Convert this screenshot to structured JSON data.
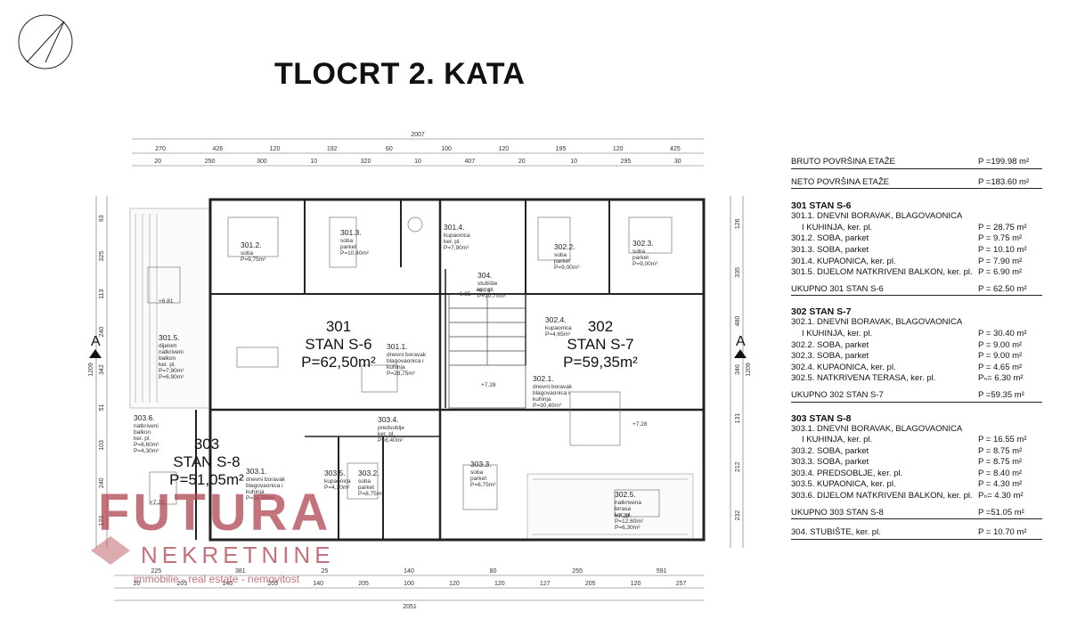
{
  "title": "TLOCRT 2. KATA",
  "watermark": {
    "brand": "FUTURA",
    "sub": "NEKRETNINE",
    "tagline": "immobilie - real estate - nemovitost",
    "color": "#b0454f"
  },
  "units": [
    {
      "code": "301",
      "name": "STAN S-6",
      "area": "P=62,50m²"
    },
    {
      "code": "302",
      "name": "STAN S-7",
      "area": "P=59,35m²"
    },
    {
      "code": "303",
      "name": "STAN S-8",
      "area": "P=51,05m²"
    }
  ],
  "rooms": [
    {
      "id": "301.2.",
      "lines": [
        "soba",
        "P=9,75m²"
      ]
    },
    {
      "id": "301.3.",
      "lines": [
        "soba",
        "parket",
        "P=10,40m²"
      ]
    },
    {
      "id": "301.4.",
      "lines": [
        "kupaonica",
        "ker. pl.",
        "P=7,90m²"
      ]
    },
    {
      "id": "304.",
      "lines": [
        "stubište",
        "ker. pl.",
        "P=10,70m²"
      ]
    },
    {
      "id": "302.2.",
      "lines": [
        "soba",
        "parket",
        "P=9,00m²"
      ]
    },
    {
      "id": "302.3.",
      "lines": [
        "soba",
        "parket",
        "P=9,00m²"
      ]
    },
    {
      "id": "302.4.",
      "lines": [
        "kupaonica",
        "P=4,65m²"
      ]
    },
    {
      "id": "301.1.",
      "lines": [
        "dnevni boravak",
        "blagovaonica i",
        "kuhinja",
        "P=28,75m²"
      ]
    },
    {
      "id": "301.5.",
      "lines": [
        "dijelom",
        "natkriveni",
        "balkon",
        "ker. pl.",
        "P=7,90m²",
        "P=6,90m²"
      ]
    },
    {
      "id": "302.1.",
      "lines": [
        "dnevni boravak",
        "blagovaonica i",
        "kuhinja",
        "P=30,40m²"
      ]
    },
    {
      "id": "303.6.",
      "lines": [
        "natkriveni",
        "balkon",
        "ker. pl.",
        "P=8,60m²",
        "P=4,30m²"
      ]
    },
    {
      "id": "303.4.",
      "lines": [
        "predsoblje",
        "ker. pl.",
        "P=8,40m²"
      ]
    },
    {
      "id": "303.1.",
      "lines": [
        "dnevni boravak",
        "blagovaonica i",
        "kuhinja",
        "P=16,55m²"
      ]
    },
    {
      "id": "303.5.",
      "lines": [
        "kupaonica",
        "P=4,30m²"
      ]
    },
    {
      "id": "303.2.",
      "lines": [
        "soba",
        "parket",
        "P=8,75m²"
      ]
    },
    {
      "id": "303.3.",
      "lines": [
        "soba",
        "parket",
        "P=8,75m²"
      ]
    },
    {
      "id": "302.5.",
      "lines": [
        "natkrivena",
        "terasa",
        "ker. pl.",
        "P=12,60m²",
        "P=6,30m²"
      ]
    }
  ],
  "levels": [
    "+6.81",
    "+6.76",
    "+6.85",
    "+7.28",
    "+7.28",
    "+7.20",
    "+7.20"
  ],
  "section_marker": "A",
  "dimensions": {
    "top_total": "2007",
    "top_row1": [
      "270",
      "426",
      "120",
      "192",
      "60",
      "100",
      "120",
      "195",
      "120",
      "425"
    ],
    "top_row2": [
      "20",
      "250",
      "300",
      "10",
      "320",
      "10",
      "407",
      "20",
      "10",
      "295",
      "30"
    ],
    "bottom_row1": [
      "225",
      "381",
      "25",
      "140",
      "80",
      "255",
      "591"
    ],
    "bottom_row2": [
      "20",
      "205",
      "140",
      "205",
      "140",
      "205",
      "100",
      "120",
      "120",
      "127",
      "205",
      "120",
      "257"
    ],
    "bottom_total": "2051",
    "left_row": [
      "93",
      "325",
      "113",
      "240",
      "342",
      "51",
      "103",
      "240",
      "123"
    ],
    "left_total": "1209",
    "right_row": [
      "126",
      "335",
      "480",
      "346",
      "131",
      "212",
      "232"
    ],
    "right_total": "1209"
  },
  "summary": {
    "bruto": {
      "label": "BRUTO POVRŠINA ETAŽE",
      "value": "P =199.98 m²"
    },
    "neto": {
      "label": "NETO POVRŠINA ETAŽE",
      "value": "P =183.60 m²"
    },
    "apartments": [
      {
        "header": "301 STAN S-6",
        "items": [
          {
            "label": "301.1. DNEVNI BORAVAK, BLAGOVAONICA",
            "value": ""
          },
          {
            "label": "I KUHINJA, ker. pl.",
            "value": "P = 28.75  m²",
            "indent": true
          },
          {
            "label": "301.2. SOBA, parket",
            "value": "P = 9.75  m²"
          },
          {
            "label": "301.3. SOBA, parket",
            "value": "P = 10.10  m²"
          },
          {
            "label": "301.4. KUPAONICA, ker. pl.",
            "value": "P = 7.90  m²"
          },
          {
            "label": "301.5. DIJELOM NATKRIVENI BALKON, ker. pl.",
            "value": "P = 6.90  m²"
          }
        ],
        "total_label": "UKUPNO 301  STAN  S-6",
        "total_value": "P = 62.50  m²"
      },
      {
        "header": "302 STAN S-7",
        "items": [
          {
            "label": "302.1. DNEVNI BORAVAK, BLAGOVAONICA",
            "value": ""
          },
          {
            "label": "I KUHINJA, ker. pl.",
            "value": "P = 30.40  m²",
            "indent": true
          },
          {
            "label": "302.2.  SOBA, parket",
            "value": "P = 9.00  m²"
          },
          {
            "label": "302.3.  SOBA, parket",
            "value": "P = 9.00  m²"
          },
          {
            "label": "302.4. KUPAONICA, ker. pl.",
            "value": "P = 4.65  m²"
          },
          {
            "label": "302.5. NATKRIVENA TERASA, ker. pl.",
            "value": "Pₙ= 6.30  m²"
          }
        ],
        "total_label": "UKUPNO 302  STAN  S-7",
        "total_value": "P =59.35  m²"
      },
      {
        "header": "303 STAN S-8",
        "items": [
          {
            "label": "303.1. DNEVNI BORAVAK, BLAGOVAONICA",
            "value": ""
          },
          {
            "label": "I KUHINJA, ker. pl.",
            "value": "P = 16.55  m²",
            "indent": true
          },
          {
            "label": "303.2. SOBA, parket",
            "value": "P = 8.75  m²"
          },
          {
            "label": "303.3. SOBA, parket",
            "value": "P = 8.75  m²"
          },
          {
            "label": "303.4. PREDSOBLJE, ker. pl.",
            "value": "P = 8.40  m²"
          },
          {
            "label": "303.5. KUPAONICA, ker. pl.",
            "value": "P = 4.30  m²"
          },
          {
            "label": "303.6. DIJELOM NATKRIVENI BALKON, ker. pl.",
            "value": "Pₙ= 4.30  m²"
          }
        ],
        "total_label": "UKUPNO 303  STAN  S-8",
        "total_value": "P =51.05  m²"
      }
    ],
    "stair": {
      "label": "304. STUBIŠTE, ker. pl.",
      "value": "P = 10.70  m²"
    }
  }
}
